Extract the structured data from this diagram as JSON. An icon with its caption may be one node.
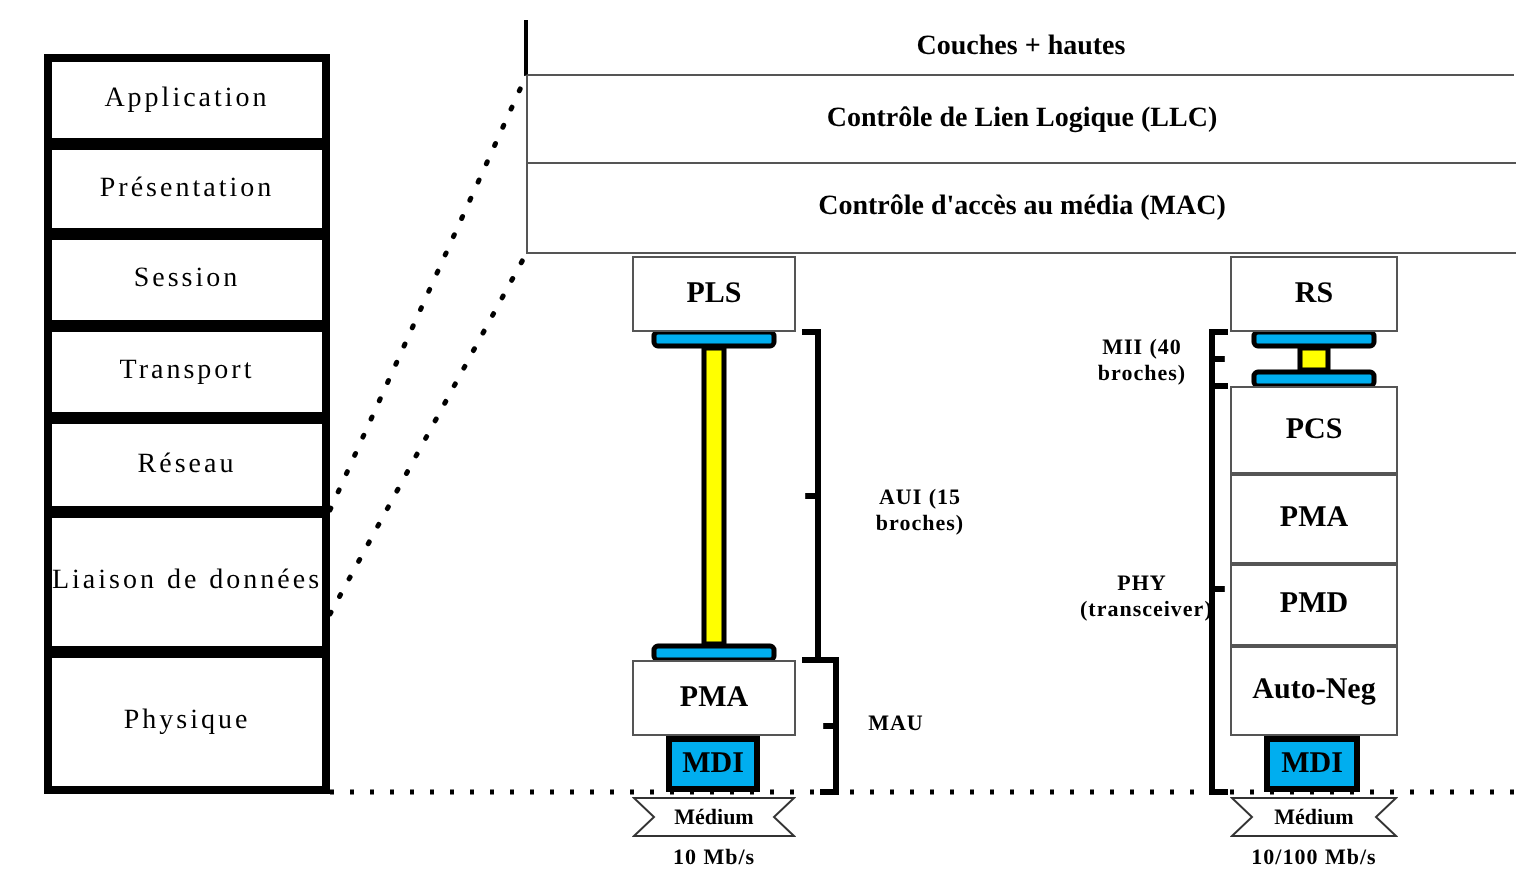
{
  "diagram": {
    "nodes": [
      {
        "text": [
          "Application"
        ]
      },
      {
        "text": [
          "Présentation"
        ]
      },
      {
        "text": [
          "Session"
        ]
      },
      {
        "text": [
          "Transport"
        ]
      },
      {
        "text": [
          "Réseau"
        ]
      },
      {
        "text": [
          "Liaison de données"
        ]
      },
      {
        "text": [
          "Physique"
        ]
      },
      {
        "text": [
          "Couches + hautes"
        ]
      },
      {
        "text": [
          "Contrôle de Lien Logique (LLC)"
        ]
      },
      {
        "text": [
          "Contrôle d'accès au média (MAC)"
        ]
      },
      {
        "text": [
          "PLS"
        ]
      },
      {
        "text": [
          "PMA"
        ]
      },
      {
        "text": [
          "MDI"
        ]
      },
      {
        "text": [
          "Médium"
        ],
        "beside": [
          "10 Mb/s"
        ]
      },
      {
        "text": [
          "RS"
        ]
      },
      {
        "text": [
          "PCS"
        ]
      },
      {
        "text": [
          "PMA"
        ]
      },
      {
        "text": [
          "PMD"
        ]
      },
      {
        "text": [
          "Auto-Neg"
        ]
      },
      {
        "text": [
          "MDI"
        ]
      },
      {
        "text": [
          "Médium"
        ],
        "beside": [
          "10/100 Mb/s"
        ]
      }
    ],
    "edges": [
      {
        "from": 5,
        "to": 8,
        "arrow": "none",
        "style": "dashed"
      },
      {
        "from": 5,
        "to": 9,
        "arrow": "none",
        "style": "dashed"
      },
      {
        "from": 10,
        "to": 11,
        "arrow": "none",
        "style": "thick",
        "color": "#ffff00"
      },
      {
        "from": 14,
        "to": 15,
        "arrow": "none",
        "style": "thick",
        "color": "#ffff00"
      }
    ],
    "labels": [
      "AUI (15 broches)",
      "MAU",
      "MII (40 broches)",
      "PHY (transceiver)"
    ]
  }
}
